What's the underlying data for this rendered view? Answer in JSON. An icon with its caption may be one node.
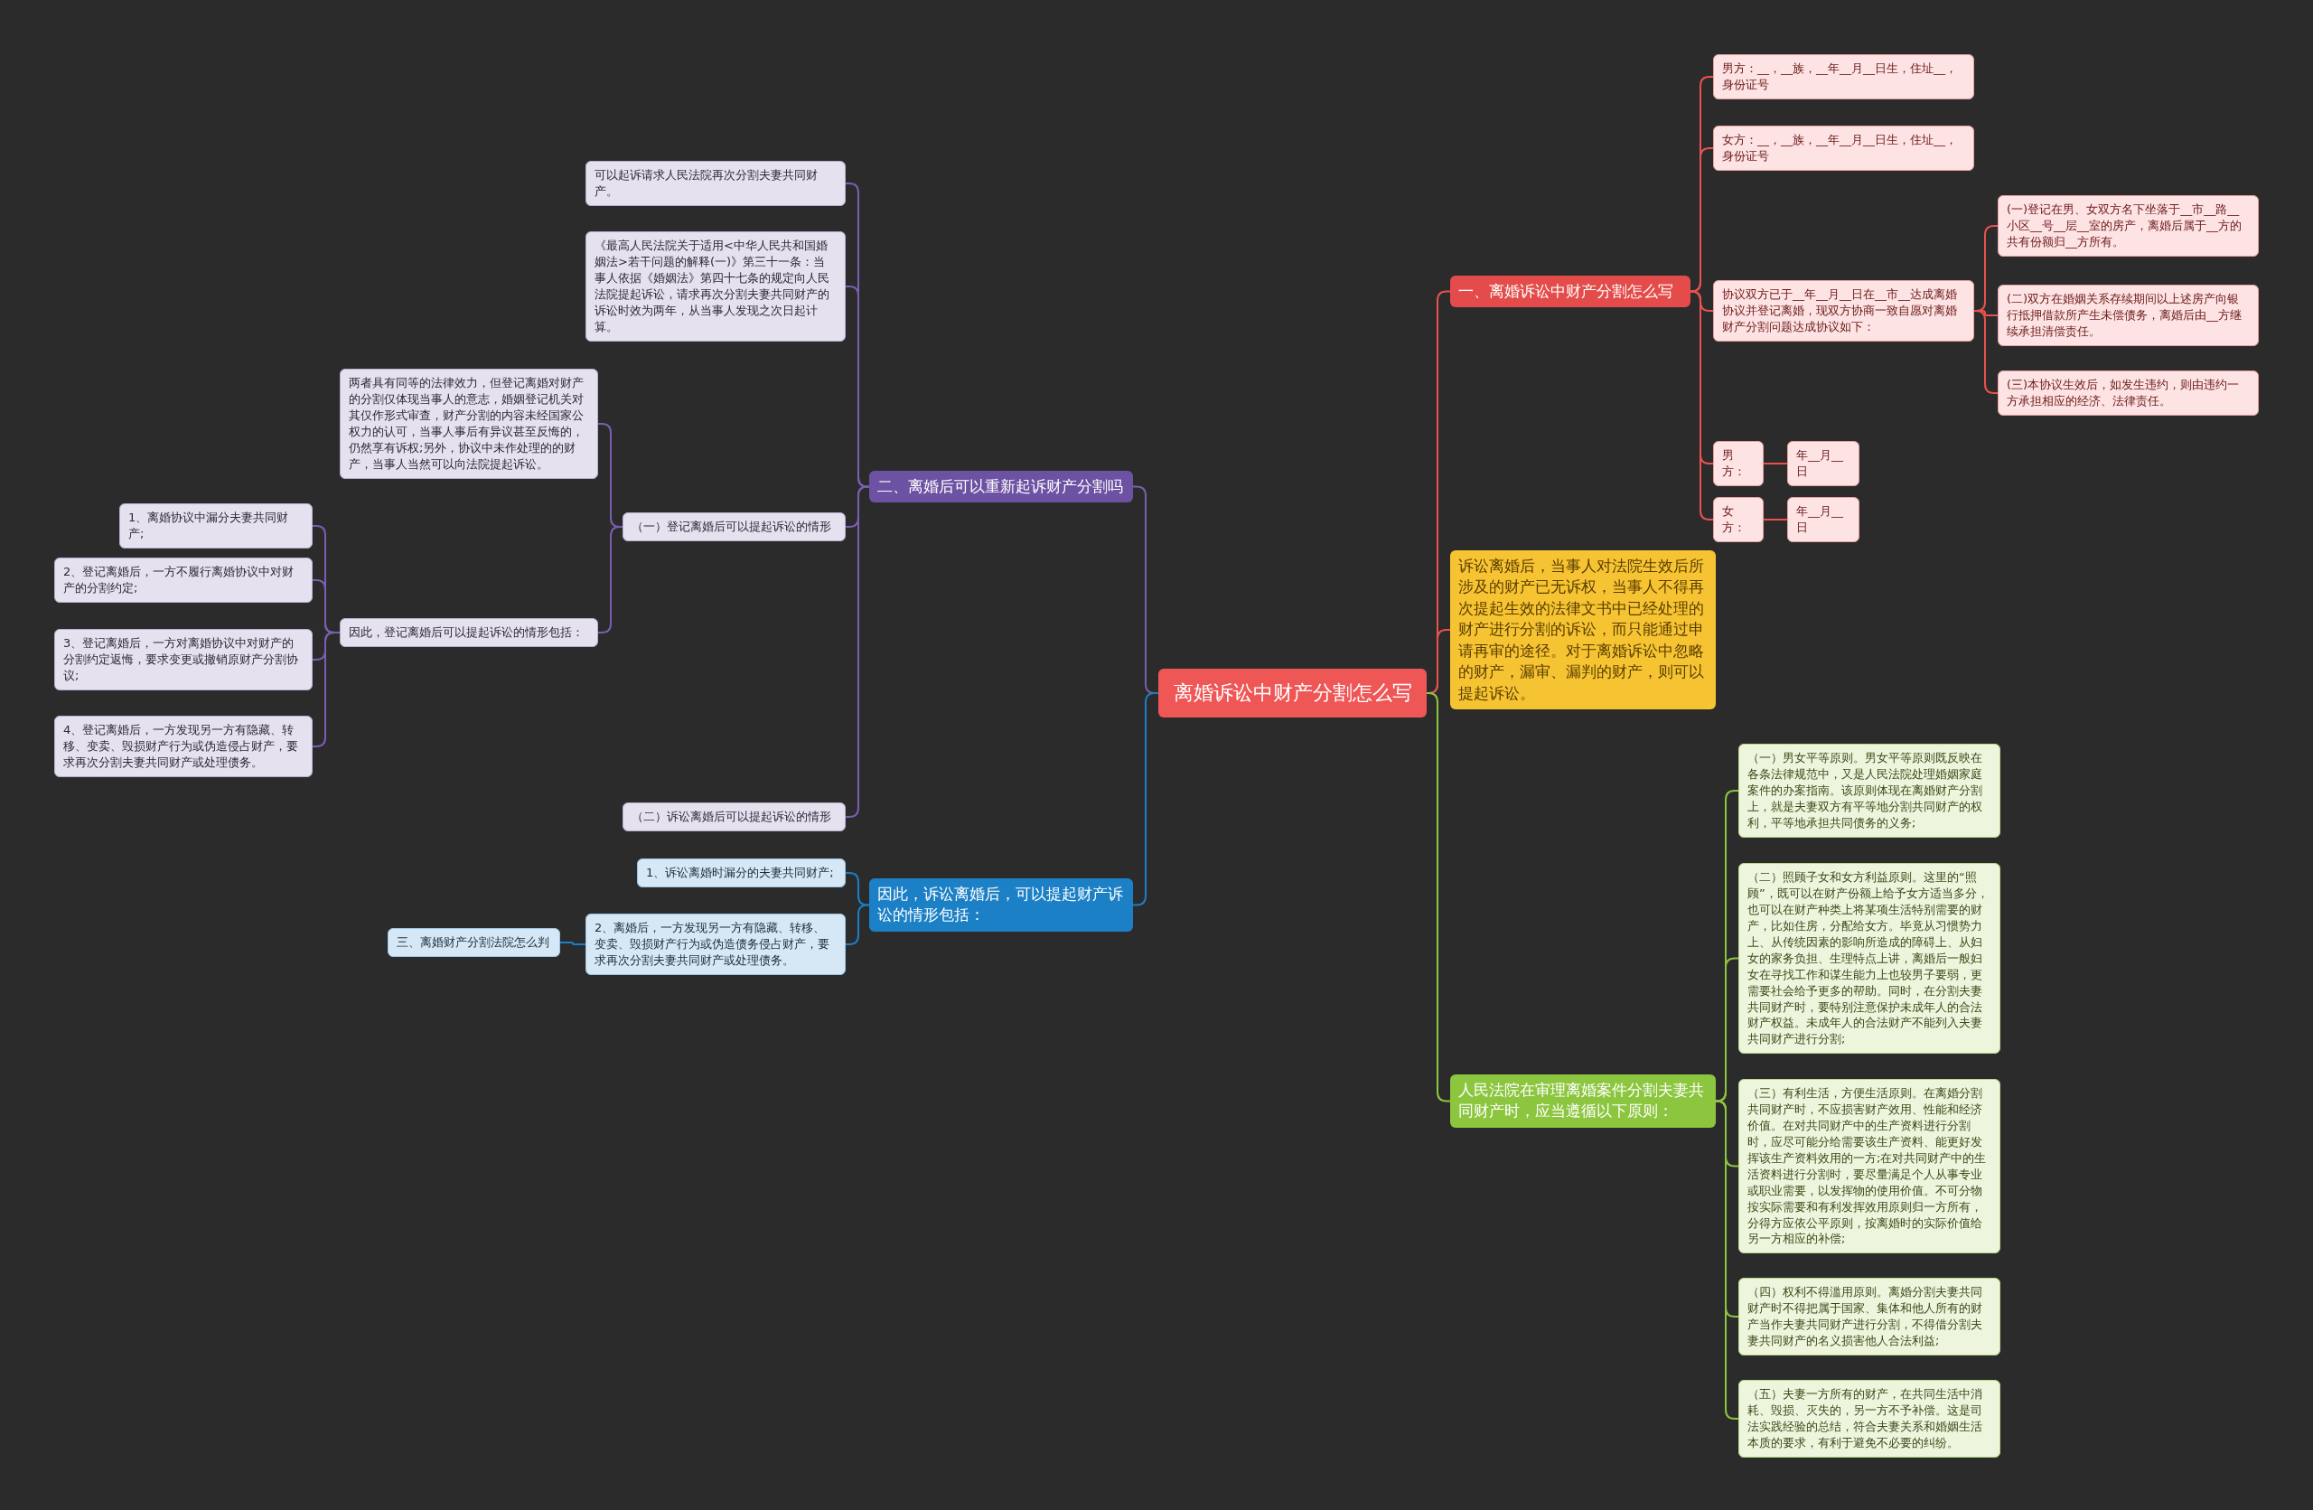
{
  "diagram": {
    "nodes": [
      {
        "text": [
          "离婚诉讼中财产分割怎么写"
        ]
      },
      {
        "text": [
          "一、离婚诉讼中财产分割怎么写"
        ]
      },
      {
        "text": [
          "男方：__，__族，__年__月__日生，住址__，身份证号"
        ]
      },
      {
        "text": [
          "女方：__，__族，__年__月__日生，住址__，身份证号"
        ]
      },
      {
        "text": [
          "协议双方已于__年__月__日在__市__达成离婚协议并登记离婚，现双方协商一致自愿对离婚财产分割问题达成协议如下："
        ]
      },
      {
        "text": [
          "(一)登记在男、女双方名下坐落于__市__路__小区__号__层__室的房产，离婚后属于__方的共有份额归__方所有。"
        ]
      },
      {
        "text": [
          "(二)双方在婚姻关系存续期间以上述房产向银行抵押借款所产生未偿债务，离婚后由__方继续承担清偿责任。"
        ]
      },
      {
        "text": [
          "(三)本协议生效后，如发生违约，则由违约一方承担相应的经济、法律责任。"
        ]
      },
      {
        "text": [
          "男方："
        ]
      },
      {
        "text": [
          "年__月__日"
        ]
      },
      {
        "text": [
          "女方："
        ]
      },
      {
        "text": [
          "年__月__日"
        ]
      },
      {
        "text": [
          "诉讼离婚后，当事人对法院生效后所涉及的财产已无诉权，当事人不得再次提起生效的法律文书中已经处理的财产进行分割的诉讼，而只能通过申请再审的途径。对于离婚诉讼中忽略的财产，漏审、漏判的财产，则可以提起诉讼。"
        ]
      },
      {
        "text": [
          "人民法院在审理离婚案件分割夫妻共同财产时，应当遵循以下原则："
        ]
      },
      {
        "text": [
          "（一）男女平等原则。男女平等原则既反映在各条法律规范中，又是人民法院处理婚姻家庭案件的办案指南。该原则体现在离婚财产分割上，就是夫妻双方有平等地分割共同财产的权利，平等地承担共同债务的义务;"
        ]
      },
      {
        "text": [
          "（二）照顾子女和女方利益原则。这里的“照顾”，既可以在财产份额上给予女方适当多分，也可以在财产种类上将某项生活特别需要的财产，比如住房，分配给女方。毕竟从习惯势力上、从传统因素的影响所造成的障碍上、从妇女的家务负担、生理特点上讲，离婚后一般妇女在寻找工作和谋生能力上也较男子要弱，更需要社会给予更多的帮助。同时，在分割夫妻共同财产时，要特别注意保护未成年人的合法财产权益。未成年人的合法财产不能列入夫妻共同财产进行分割;"
        ]
      },
      {
        "text": [
          "（三）有利生活，方便生活原则。在离婚分割共同财产时，不应损害财产效用、性能和经济价值。在对共同财产中的生产资料进行分割时，应尽可能分给需要该生产资料、能更好发挥该生产资料效用的一方;在对共同财产中的生活资料进行分割时，要尽量满足个人从事专业或职业需要，以发挥物的使用价值。不可分物按实际需要和有利发挥效用原则归一方所有，分得方应依公平原则，按离婚时的实际价值给另一方相应的补偿;"
        ]
      },
      {
        "text": [
          "（四）权利不得滥用原则。离婚分割夫妻共同财产时不得把属于国家、集体和他人所有的财产当作夫妻共同财产进行分割，不得借分割夫妻共同财产的名义损害他人合法利益;"
        ]
      },
      {
        "text": [
          "（五）夫妻一方所有的财产，在共同生活中消耗、毁损、灭失的，另一方不予补偿。这是司法实践经验的总结，符合夫妻关系和婚姻生活本质的要求，有利于避免不必要的纠纷。"
        ]
      },
      {
        "text": [
          "二、离婚后可以重新起诉财产分割吗"
        ]
      },
      {
        "text": [
          "可以起诉请求人民法院再次分割夫妻共同财产。"
        ]
      },
      {
        "text": [
          "《最高人民法院关于适用<中华人民共和国婚姻法>若干问题的解释(一)》第三十一条：当事人依据《婚姻法》第四十七条的规定向人民法院提起诉讼，请求再次分割夫妻共同财产的诉讼时效为两年，从当事人发现之次日起计算。"
        ]
      },
      {
        "text": [
          "（一）登记离婚后可以提起诉讼的情形"
        ]
      },
      {
        "text": [
          "两者具有同等的法律效力，但登记离婚对财产的分割仅体现当事人的意志，婚姻登记机关对其仅作形式审查，财产分割的内容未经国家公权力的认可，当事人事后有异议甚至反悔的，仍然享有诉权;另外，协议中未作处理的的财产，当事人当然可以向法院提起诉讼。"
        ]
      },
      {
        "text": [
          "因此，登记离婚后可以提起诉讼的情形包括："
        ]
      },
      {
        "text": [
          "1、离婚协议中漏分夫妻共同财产;"
        ]
      },
      {
        "text": [
          "2、登记离婚后，一方不履行离婚协议中对财产的分割约定;"
        ]
      },
      {
        "text": [
          "3、登记离婚后，一方对离婚协议中对财产的分割约定返悔，要求变更或撤销原财产分割协议;"
        ]
      },
      {
        "text": [
          "4、登记离婚后，一方发现另一方有隐藏、转移、变卖、毁损财产行为或伪造侵占财产，要求再次分割夫妻共同财产或处理债务。"
        ]
      },
      {
        "text": [
          "（二）诉讼离婚后可以提起诉讼的情形"
        ]
      },
      {
        "text": [
          "因此，诉讼离婚后，可以提起财产诉讼的情形包括："
        ]
      },
      {
        "text": [
          "1、诉讼离婚时漏分的夫妻共同财产;"
        ]
      },
      {
        "text": [
          "2、离婚后，一方发现另一方有隐藏、转移、变卖、毁损财产行为或伪造债务侵占财产，要求再次分割夫妻共同财产或处理债务。"
        ]
      },
      {
        "text": [
          "三、离婚财产分割法院怎么判"
        ]
      }
    ],
    "edges": [
      {
        "from": 0,
        "to": 1,
        "arrow": "none",
        "color": "#e8524f"
      },
      {
        "from": 1,
        "to": 2,
        "arrow": "none",
        "color": "#e8524f"
      },
      {
        "from": 1,
        "to": 3,
        "arrow": "none",
        "color": "#e8524f"
      },
      {
        "from": 1,
        "to": 4,
        "arrow": "none",
        "color": "#e8524f"
      },
      {
        "from": 4,
        "to": 5,
        "arrow": "none",
        "color": "#e8524f"
      },
      {
        "from": 4,
        "to": 6,
        "arrow": "none",
        "color": "#e8524f"
      },
      {
        "from": 4,
        "to": 7,
        "arrow": "none",
        "color": "#e8524f"
      },
      {
        "from": 1,
        "to": 8,
        "arrow": "none",
        "color": "#e8524f"
      },
      {
        "from": 8,
        "to": 9,
        "arrow": "none",
        "color": "#e8524f"
      },
      {
        "from": 1,
        "to": 10,
        "arrow": "none",
        "color": "#e8524f"
      },
      {
        "from": 10,
        "to": 11,
        "arrow": "none",
        "color": "#e8524f"
      },
      {
        "from": 0,
        "to": 12,
        "arrow": "none",
        "color": "#e8524f"
      },
      {
        "from": 0,
        "to": 13,
        "arrow": "none",
        "color": "#8cc63f"
      },
      {
        "from": 13,
        "to": 14,
        "arrow": "none",
        "color": "#8cc63f"
      },
      {
        "from": 13,
        "to": 15,
        "arrow": "none",
        "color": "#8cc63f"
      },
      {
        "from": 13,
        "to": 16,
        "arrow": "none",
        "color": "#8cc63f"
      },
      {
        "from": 13,
        "to": 17,
        "arrow": "none",
        "color": "#8cc63f"
      },
      {
        "from": 13,
        "to": 18,
        "arrow": "none",
        "color": "#8cc63f"
      },
      {
        "from": 0,
        "to": 19,
        "arrow": "none",
        "color": "#7a5fb0"
      },
      {
        "from": 19,
        "to": 20,
        "arrow": "none",
        "color": "#7a5fb0"
      },
      {
        "from": 19,
        "to": 21,
        "arrow": "none",
        "color": "#7a5fb0"
      },
      {
        "from": 19,
        "to": 22,
        "arrow": "none",
        "color": "#7a5fb0"
      },
      {
        "from": 19,
        "to": 29,
        "arrow": "none",
        "color": "#7a5fb0"
      },
      {
        "from": 22,
        "to": 23,
        "arrow": "none",
        "color": "#7a5fb0"
      },
      {
        "from": 22,
        "to": 24,
        "arrow": "none",
        "color": "#7a5fb0"
      },
      {
        "from": 24,
        "to": 25,
        "arrow": "none",
        "color": "#7a5fb0"
      },
      {
        "from": 24,
        "to": 26,
        "arrow": "none",
        "color": "#7a5fb0"
      },
      {
        "from": 24,
        "to": 27,
        "arrow": "none",
        "color": "#7a5fb0"
      },
      {
        "from": 24,
        "to": 28,
        "arrow": "none",
        "color": "#7a5fb0"
      },
      {
        "from": 0,
        "to": 30,
        "arrow": "none",
        "color": "#1b7fc4"
      },
      {
        "from": 30,
        "to": 31,
        "arrow": "none",
        "color": "#1b7fc4"
      },
      {
        "from": 30,
        "to": 32,
        "arrow": "none",
        "color": "#1b7fc4"
      },
      {
        "from": 32,
        "to": 33,
        "arrow": "none",
        "color": "#1b7fc4"
      }
    ]
  }
}
